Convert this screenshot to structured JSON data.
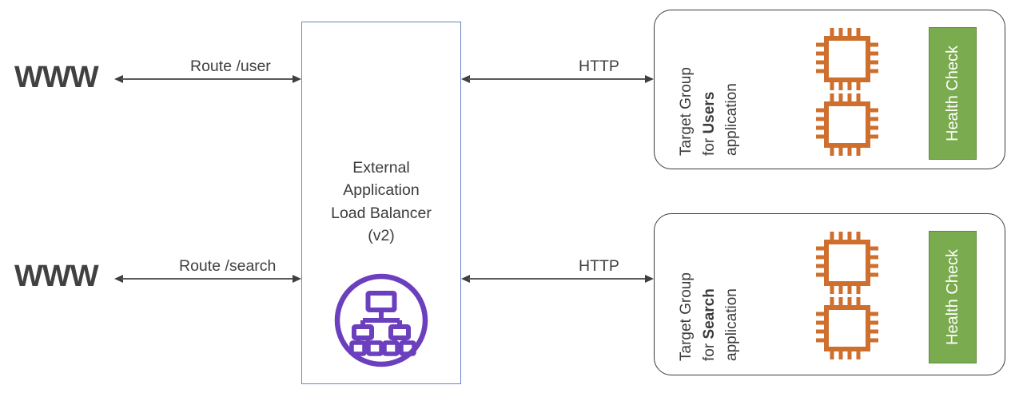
{
  "diagram": {
    "title": "External Application Load Balancer routing to target groups",
    "colors": {
      "lb_border": "#6b84c4",
      "container_border": "#3b3b3b",
      "chip_orange": "#ce6f2e",
      "health_green": "#7aab4e",
      "health_green_border": "#5f8a3a",
      "lb_icon_purple": "#6b3fbd",
      "text_dark": "#3b3b3b",
      "www_gray": "#414141",
      "arrow_gray": "#4a4a4a"
    },
    "clients": [
      {
        "label": "WWW",
        "icon": "globe-www-icon"
      },
      {
        "label": "WWW",
        "icon": "globe-www-icon"
      }
    ],
    "route_arrows": [
      {
        "label": "Route /user",
        "direction": "bidirectional"
      },
      {
        "label": "Route /search",
        "direction": "bidirectional"
      }
    ],
    "backend_arrows": [
      {
        "label": "HTTP",
        "direction": "bidirectional"
      },
      {
        "label": "HTTP",
        "direction": "bidirectional"
      }
    ],
    "load_balancer": {
      "title_lines": [
        "External",
        "Application",
        "Load Balancer",
        "(v2)"
      ],
      "icon": "load-balancer-tree-icon"
    },
    "target_groups": [
      {
        "label_prefix": "Target Group",
        "label_bold": "Users",
        "label_line2_pre": "for ",
        "label_line3": "application",
        "full_label": "Target Group for Users application",
        "instances": [
          {
            "icon": "cpu-chip-icon"
          },
          {
            "icon": "cpu-chip-icon"
          }
        ],
        "health_check": {
          "label": "Health Check"
        }
      },
      {
        "label_prefix": "Target Group",
        "label_bold": "Search",
        "label_line2_pre": "for ",
        "label_line3": "application",
        "full_label": "Target Group for Search application",
        "instances": [
          {
            "icon": "cpu-chip-icon"
          },
          {
            "icon": "cpu-chip-icon"
          }
        ],
        "health_check": {
          "label": "Health Check"
        }
      }
    ]
  }
}
